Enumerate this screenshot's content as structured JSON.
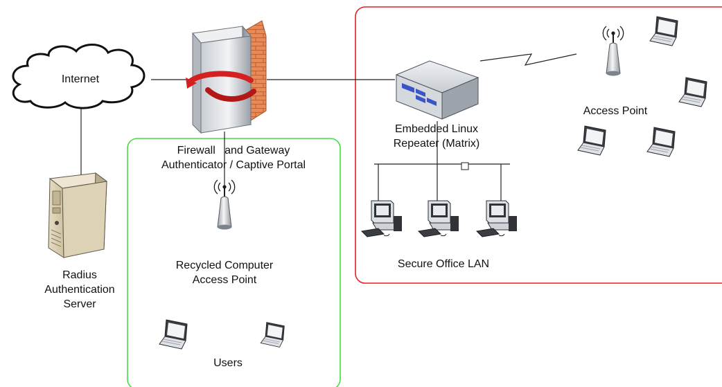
{
  "labels": {
    "internet": "Internet",
    "firewall_line1": "Firewall   and Gateway",
    "firewall_line2": "Authenticator / Captive Portal",
    "radius_line1": "Radius",
    "radius_line2": "Authentication",
    "radius_line3": "Server",
    "recycled_line1": "Recycled Computer",
    "recycled_line2": "Access Point",
    "users": "Users",
    "repeater_line1": "Embedded Linux",
    "repeater_line2": "Repeater (Matrix)",
    "office_lan": "Secure Office LAN",
    "access_point": "Access Point"
  },
  "colors": {
    "red_zone": "#e02020",
    "green_zone": "#44dd44",
    "line": "#222222"
  },
  "icons": {
    "cloud": "internet-cloud-icon",
    "firewall": "firewall-server-icon",
    "server": "radius-server-icon",
    "antenna": "antenna-icon",
    "laptop": "laptop-icon",
    "repeater": "repeater-box-icon",
    "workstation": "workstation-icon"
  }
}
